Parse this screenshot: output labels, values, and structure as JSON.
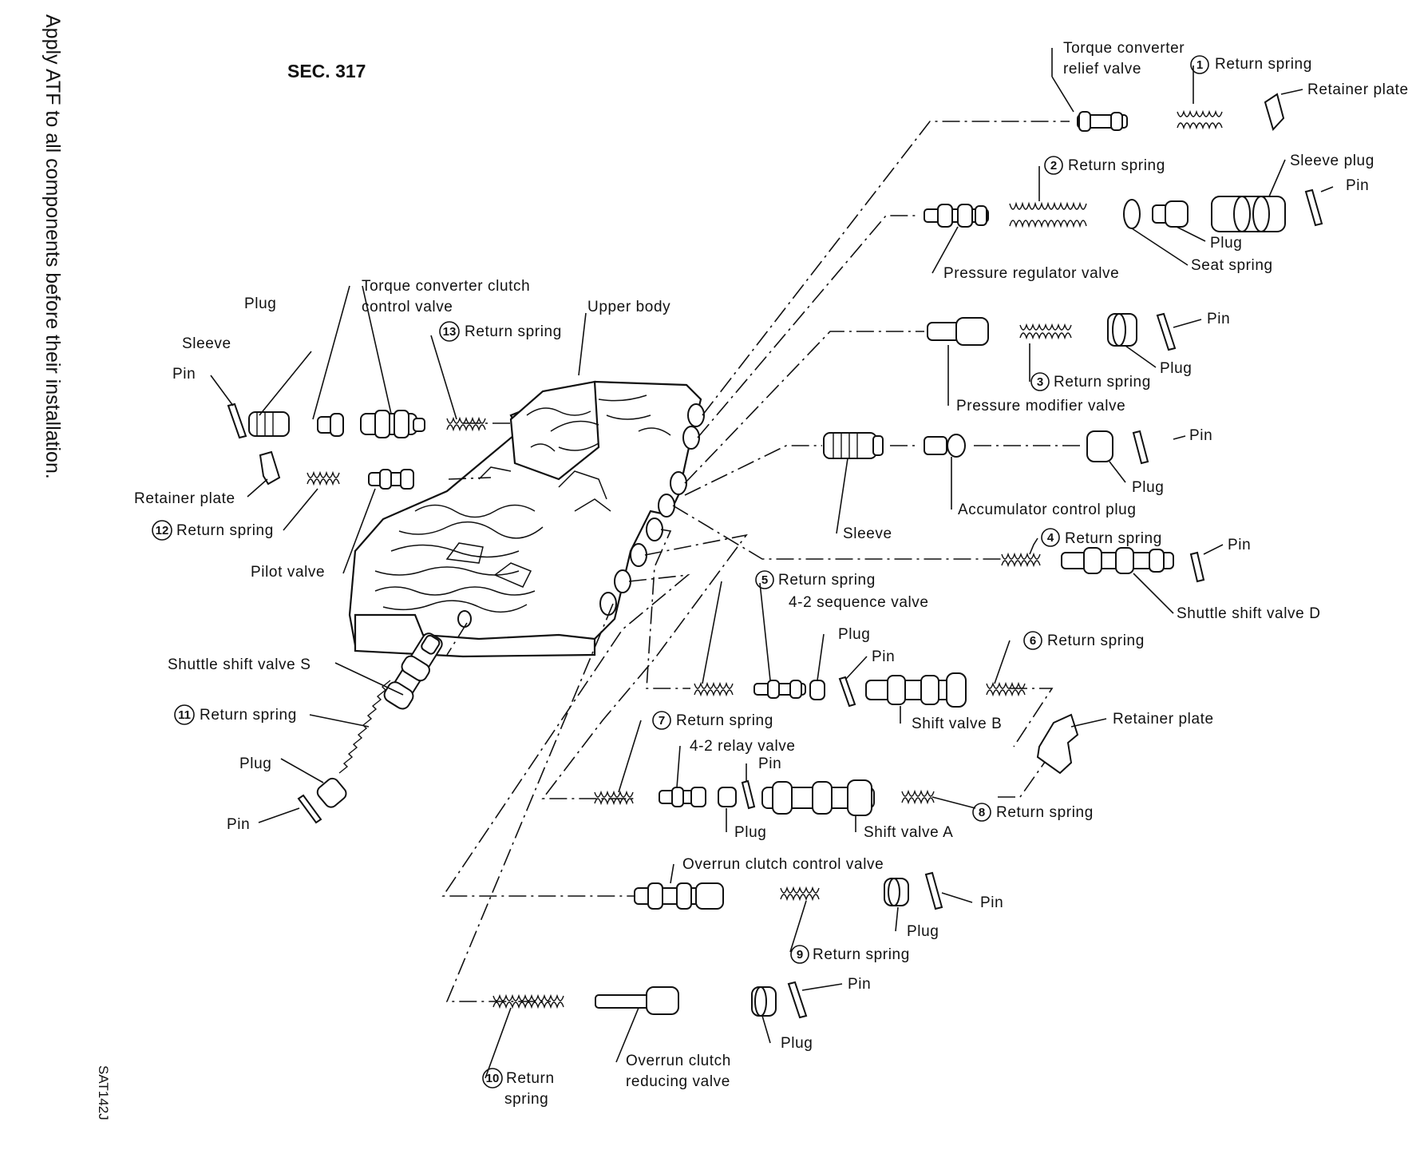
{
  "side_note": "Apply ATF to all components before their installation.",
  "section": "SEC. 317",
  "figure_code": "SAT142J",
  "labels": {
    "torque_converter_relief_valve": [
      "Torque converter",
      "relief valve"
    ],
    "return_spring": "Return spring",
    "retainer_plate": "Retainer plate",
    "sleeve_plug": "Sleeve plug",
    "pin": "Pin",
    "plug": "Plug",
    "seat_spring": "Seat spring",
    "pressure_regulator_valve": "Pressure regulator valve",
    "pressure_modifier_valve": "Pressure modifier valve",
    "accumulator_control_plug": "Accumulator control plug",
    "sleeve": "Sleeve",
    "shuttle_shift_valve_d": "Shuttle shift valve D",
    "sequence_valve_4_2": "4-2 sequence valve",
    "shift_valve_b": "Shift valve B",
    "relay_valve_4_2": "4-2 relay valve",
    "shift_valve_a": "Shift valve A",
    "overrun_clutch_control_valve": "Overrun clutch control valve",
    "overrun_clutch_reducing_valve": [
      "Overrun clutch",
      "reducing valve"
    ],
    "torque_converter_clutch_control_valve": [
      "Torque converter clutch",
      "control valve"
    ],
    "upper_body": "Upper body",
    "pilot_valve": "Pilot valve",
    "shuttle_shift_valve_s": "Shuttle shift valve S",
    "return_spring_10": [
      "Return",
      "spring"
    ]
  },
  "callouts": [
    "1",
    "2",
    "3",
    "4",
    "5",
    "6",
    "7",
    "8",
    "9",
    "10",
    "11",
    "12",
    "13"
  ]
}
